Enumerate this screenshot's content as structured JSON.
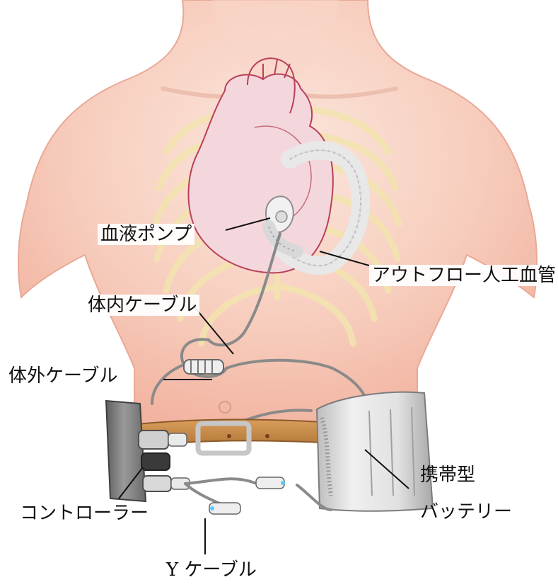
{
  "labels": {
    "pump": "血液ポンプ",
    "outflow": "アウトフロー人工血管",
    "internal_cable": "体内ケーブル",
    "external_cable": "体外ケーブル",
    "controller": "コントローラー",
    "battery_line1": "携帯型",
    "battery_line2": "バッテリー",
    "y_cable": "Y ケーブル"
  },
  "colors": {
    "skin": "#f6c8b8",
    "skin_edge": "#e79a86",
    "ribs": "#f4e7b8",
    "heart_outline": "#c0455a",
    "heart_fill": "#f7dcd6",
    "belt": "#c88a4a",
    "device_gray": "#8a8a8a",
    "battery_gray": "#d9d9d9",
    "cable_gray": "#7d7d7d"
  }
}
